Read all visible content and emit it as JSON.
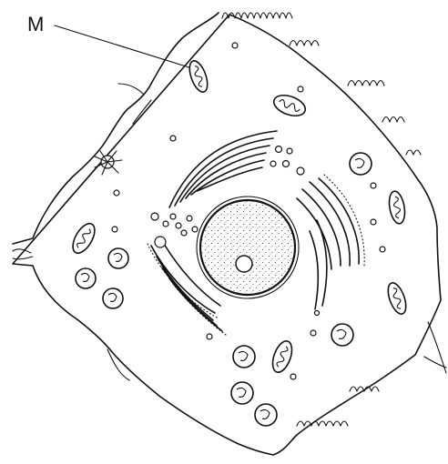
{
  "labels": {
    "mitochondrion_marker": "M"
  },
  "colors": {
    "ink": "#111111",
    "background": "#ffffff"
  },
  "diagram_parts": [
    "cell-membrane",
    "nucleus",
    "nucleolus",
    "golgi-apparatus",
    "rough-endoplasmic-reticulum",
    "mitochondria",
    "vesicles",
    "desmosome"
  ]
}
